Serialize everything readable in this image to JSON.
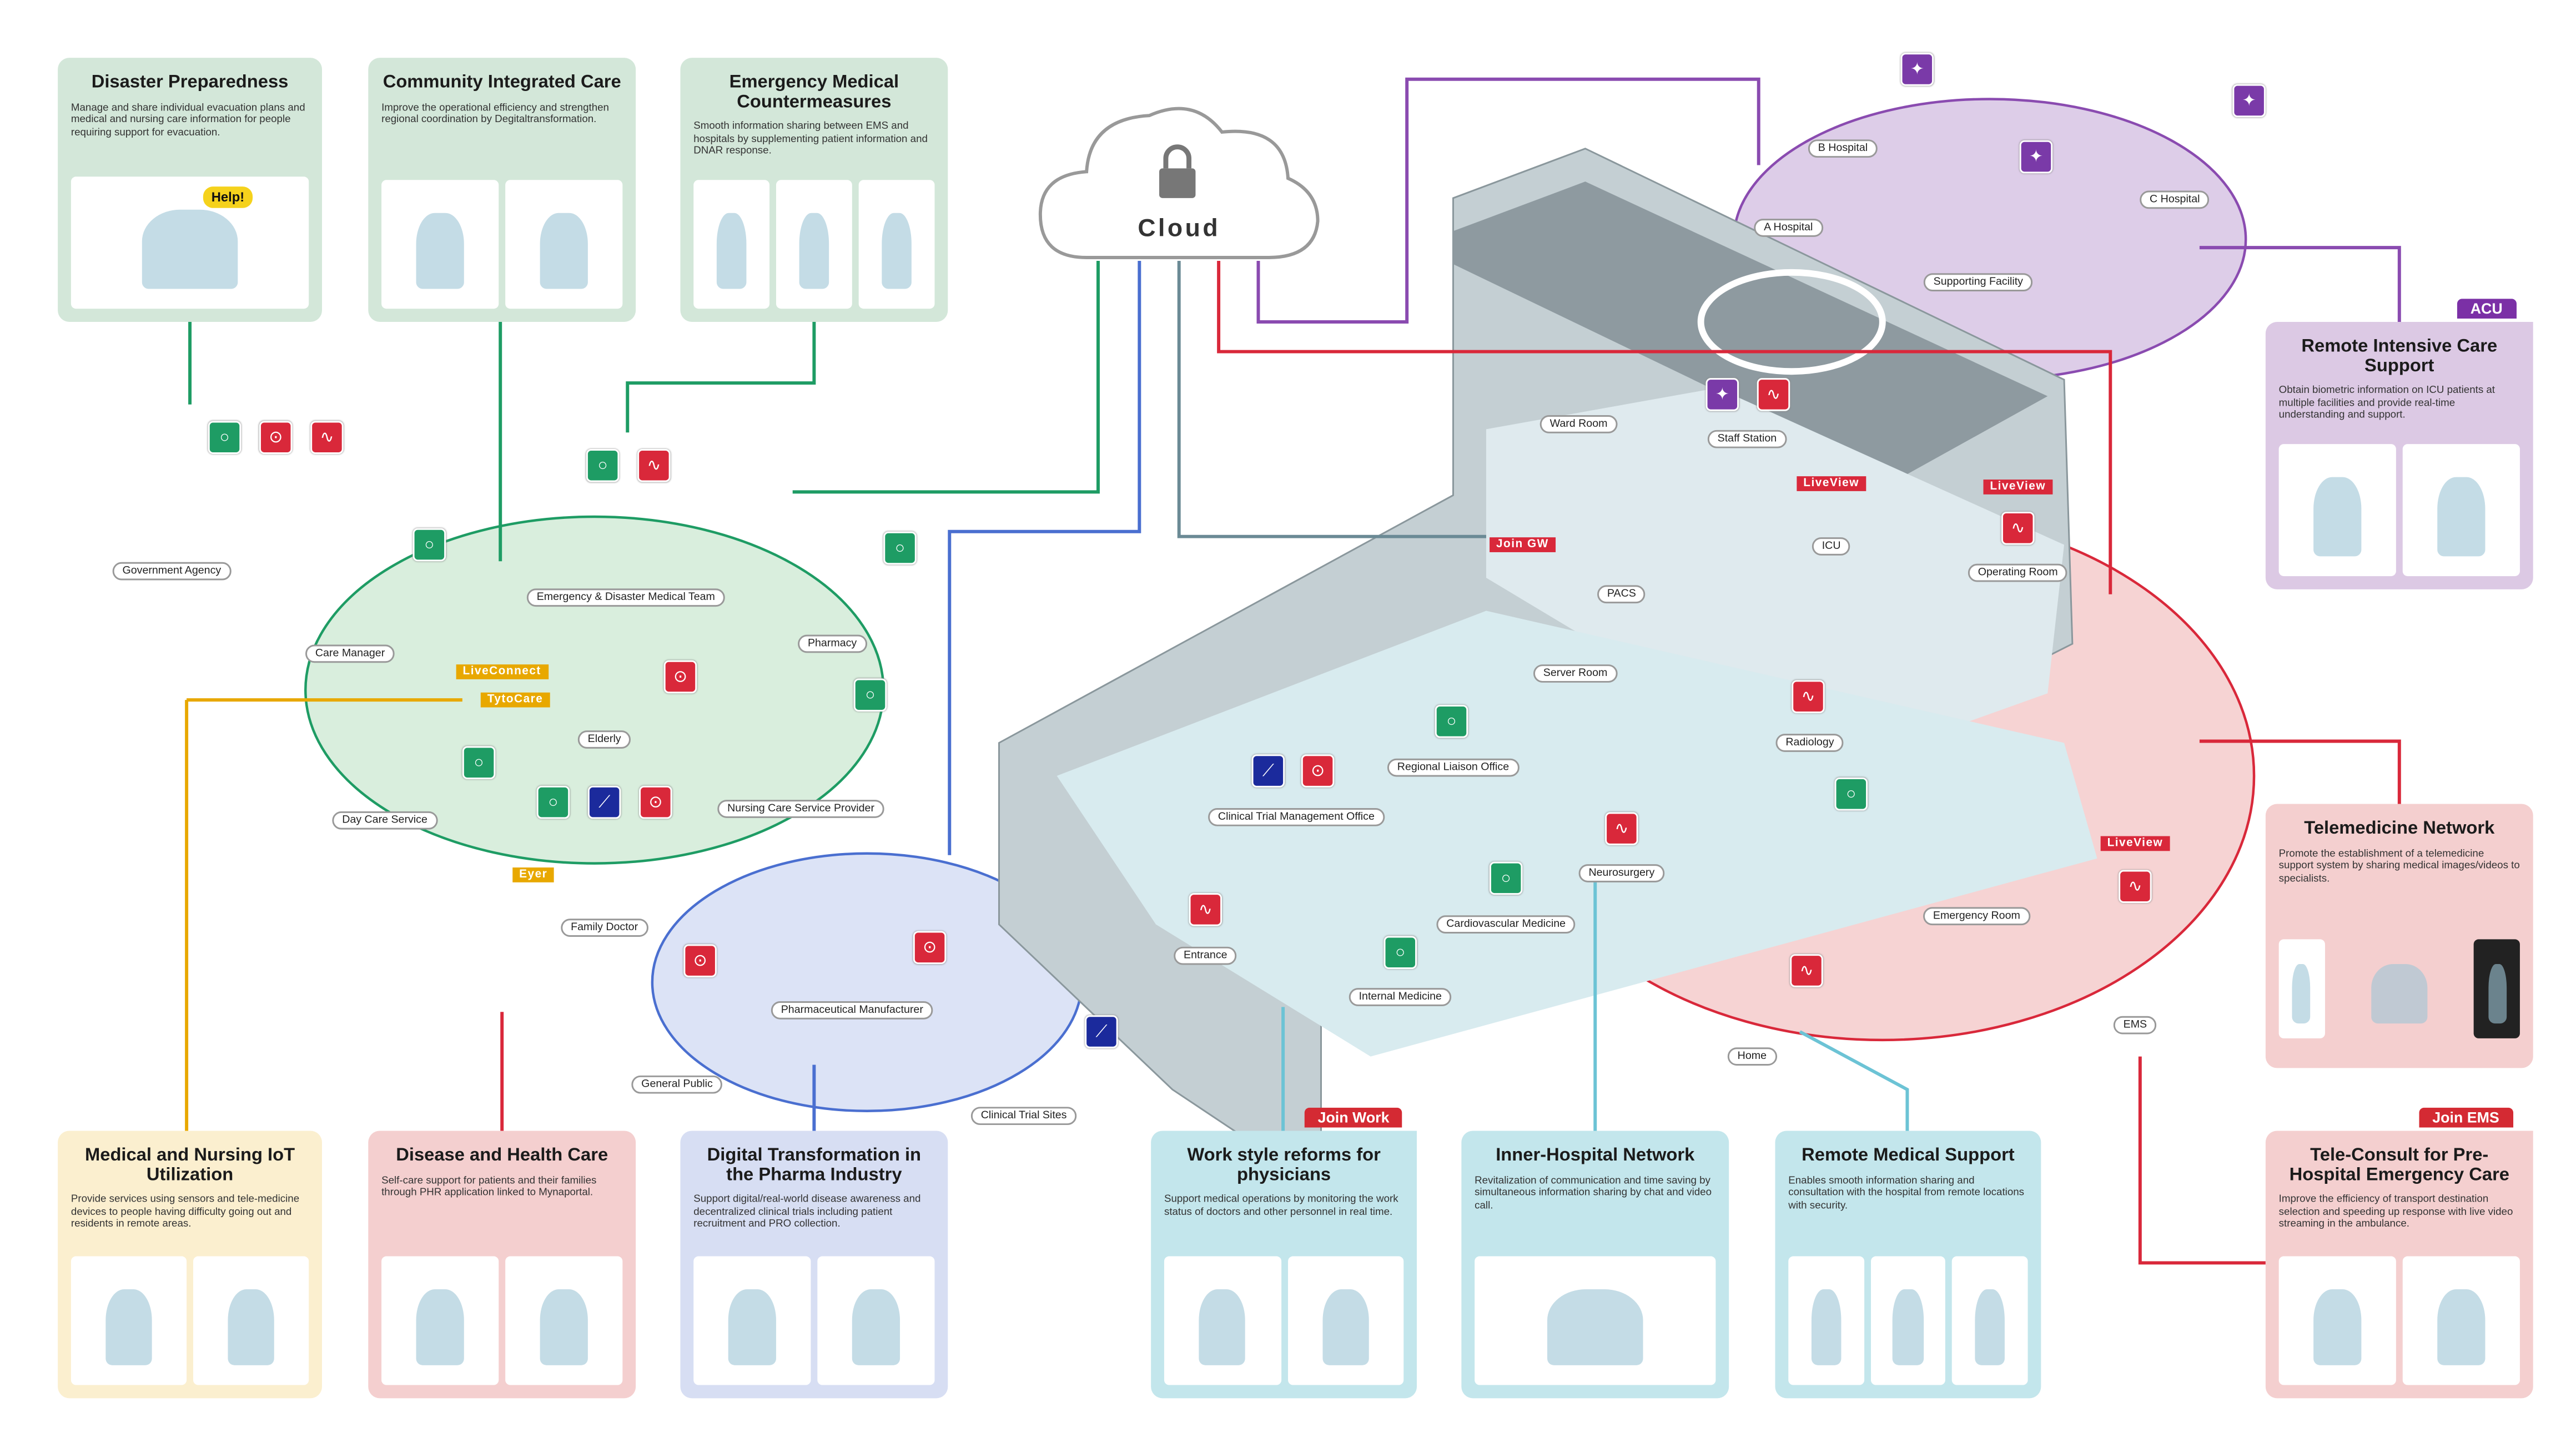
{
  "cloud": {
    "label": "Cloud",
    "icon": "lock-icon"
  },
  "cards": {
    "disaster": {
      "title": "Disaster Preparedness",
      "text": "Manage and share individual evacuation plans and medical and nursing care information for people requiring support for evacuation.",
      "help": "Help!"
    },
    "community": {
      "title": "Community Integrated Care",
      "text": "Improve the operational efficiency and strengthen regional coordination by Degitaltransformation."
    },
    "emergency": {
      "title": "Emergency Medical Countermeasures",
      "text": "Smooth information sharing between EMS and hospitals by supplementing patient information and DNAR response."
    },
    "icu": {
      "tag": "ACU",
      "title": "Remote Intensive Care Support",
      "text": "Obtain biometric information on ICU patients at multiple facilities and provide real-time understanding and support."
    },
    "telemedicine": {
      "title": "Telemedicine Network",
      "text": "Promote the establishment of a telemedicine support system by sharing medical images/videos to specialists."
    },
    "teleconsult": {
      "tag": "Join EMS",
      "title": "Tele-Consult for Pre-Hospital Emergency Care",
      "text": "Improve the efficiency of transport destination selection and speeding up response with live video streaming in the ambulance."
    },
    "iot": {
      "title": "Medical and Nursing IoT Utilization",
      "text": "Provide services using sensors and tele-medicine devices to people having difficulty going out and residents in remote areas."
    },
    "disease": {
      "title": "Disease and Health Care",
      "text": "Self-care support for patients and their families through PHR application linked to Mynaportal."
    },
    "pharma": {
      "title": "Digital Transformation in the Pharma Industry",
      "text": "Support digital/real-world disease awareness and decentralized clinical trials including patient recruitment and PRO collection."
    },
    "workstyle": {
      "tag": "Join Work",
      "title": "Work style reforms for physicians",
      "text": "Support medical operations by monitoring the work status of doctors and other personnel in real time."
    },
    "inner": {
      "title": "Inner-Hospital Network",
      "text": "Revitalization of communication and time saving by simultaneous information sharing by chat and video call."
    },
    "remote": {
      "title": "Remote Medical Support",
      "text": "Enables smooth information sharing and consultation with the hospital from remote locations with security."
    }
  },
  "places": {
    "community": [
      "Government Agency",
      "Care Manager",
      "Emergency & Disaster Medical Team",
      "Pharmacy",
      "Elderly",
      "Nursing Care Service Provider",
      "Day Care Service",
      "Family Doctor"
    ],
    "pharma": [
      "Pharmaceutical Manufacturer",
      "General Public",
      "Clinical Trial Sites"
    ],
    "hospitals": [
      "A Hospital",
      "B Hospital",
      "C Hospital",
      "Supporting Facility"
    ],
    "rooms": [
      "Ward Room",
      "Staff Station",
      "ICU",
      "Operating Room",
      "PACS",
      "Server Room",
      "Regional Liaison Office",
      "Radiology",
      "Clinical Trial Management Office",
      "Neurosurgery",
      "Cardiovascular Medicine",
      "Entrance",
      "Internal Medicine",
      "Emergency Room",
      "Home",
      "EMS"
    ]
  },
  "product_tags": {
    "liveconnect": "LiveConnect",
    "tytocare": "TytoCare",
    "eyer": "Eyer",
    "joingw": "Join GW",
    "liveview1": "LiveView",
    "liveview2": "LiveView",
    "liveview3": "LiveView"
  },
  "colors": {
    "green": "#1e9c64",
    "purple": "#8a4bb0",
    "red": "#d9283a",
    "blue": "#4a6fd0",
    "cyan": "#6cc3d5",
    "yellow": "#e8a800"
  }
}
